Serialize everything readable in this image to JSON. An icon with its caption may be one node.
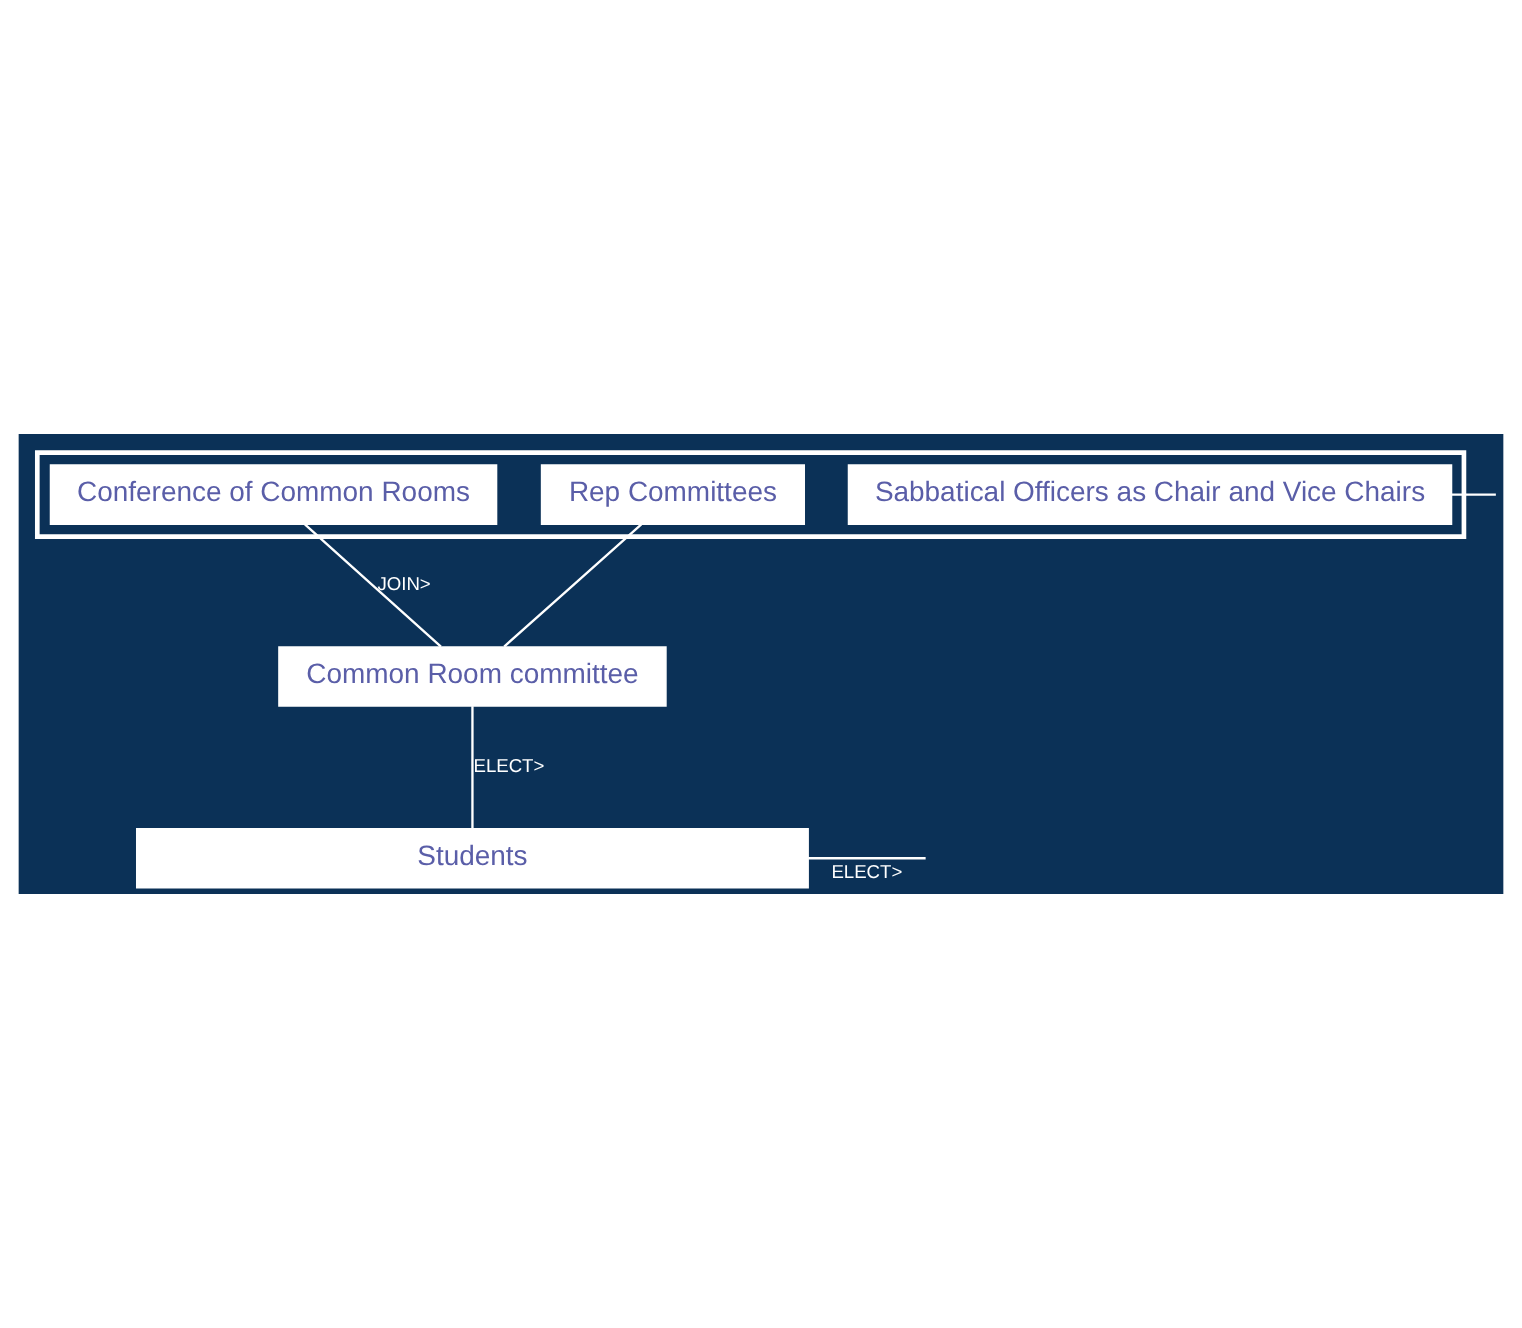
{
  "diagram": {
    "nodes": [
      {
        "text": [],
        "shape": "box"
      },
      {
        "text": [
          "Sabbatical Officers as Chair and Vice Chairs"
        ],
        "in": 0
      },
      {
        "text": [
          "Conference of Common Rooms"
        ],
        "in": 0
      },
      {
        "text": [
          "Rep Committees"
        ],
        "in": 0
      },
      {
        "text": [
          "Common Room committee"
        ]
      },
      {
        "text": [
          "Students"
        ]
      }
    ],
    "edges": [
      {
        "from": 1,
        "to": null,
        "arrow": "none"
      },
      {
        "from": 4,
        "to": 2,
        "arrow": "none",
        "label": "JOIN>"
      },
      {
        "from": 4,
        "to": 3,
        "arrow": "none"
      },
      {
        "from": 5,
        "to": 4,
        "arrow": "none",
        "label": "ELECT>"
      },
      {
        "from": 5,
        "to": null,
        "arrow": "none",
        "label": "ELECT>"
      }
    ]
  }
}
